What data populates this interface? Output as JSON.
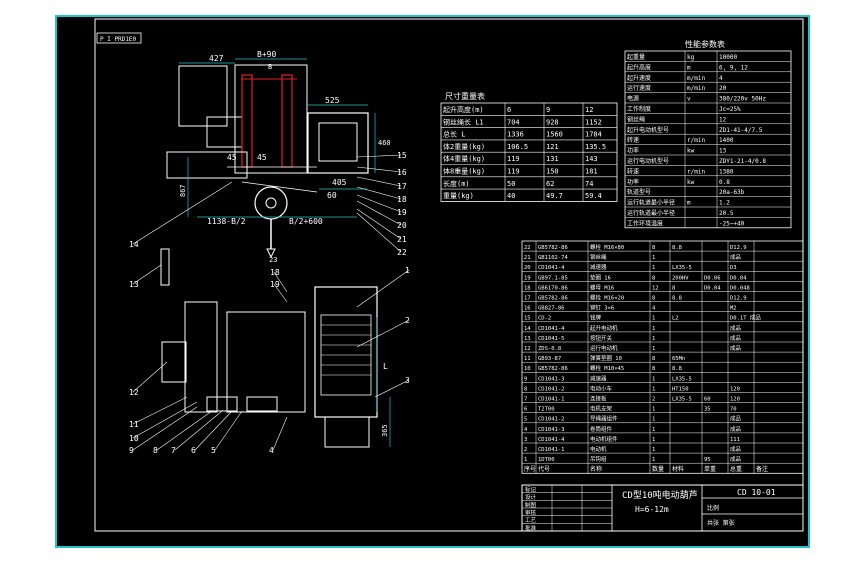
{
  "drawing": {
    "stamp": "P I PRD1E0",
    "title": "CD型10吨电动葫芦",
    "subtitle": "H=6-12m",
    "drawing_number": "CD 10-01",
    "dims": {
      "d427": "427",
      "dB90": "B+90",
      "dB": "B",
      "d525": "525",
      "d460": "460",
      "d45a": "45",
      "d45b": "45",
      "d405": "405",
      "d60": "60",
      "d1138": "1138-B/2",
      "d600": "B/2+600",
      "d867": "867",
      "d365": "365",
      "dL": "L",
      "d23": "23"
    },
    "leaders": [
      "1",
      "2",
      "3",
      "4",
      "5",
      "6",
      "7",
      "8",
      "9",
      "10",
      "11",
      "12",
      "13",
      "14",
      "15",
      "16",
      "17",
      "18",
      "19",
      "20",
      "21",
      "22",
      "18",
      "19"
    ]
  },
  "size_table": {
    "title": "尺寸重量表",
    "header": [
      "起升高度(m)",
      "6",
      "9",
      "12"
    ],
    "rows": [
      [
        "钢丝绳长 L1",
        "704",
        "928",
        "1152"
      ],
      [
        "总长 L",
        "1336",
        "1560",
        "1784"
      ],
      [
        "体2重量(kg)",
        "106.5",
        "121",
        "135.5"
      ],
      [
        "体4重量(kg)",
        "119",
        "131",
        "143"
      ],
      [
        "体8重量(kg)",
        "119",
        "150",
        "181"
      ],
      [
        "长度(m)",
        "50",
        "62",
        "74"
      ],
      [
        "重量(kg)",
        "40",
        "49.7",
        "59.4"
      ]
    ]
  },
  "spec_table": {
    "title": "性能参数表",
    "rows": [
      [
        "起重量",
        "kg",
        "10000"
      ],
      [
        "起升高度",
        "m",
        "6, 9, 12"
      ],
      [
        "起升速度",
        "m/min",
        "4"
      ],
      [
        "运行速度",
        "m/min",
        "20"
      ],
      [
        "电源",
        "v",
        "380/220v 50Hz"
      ],
      [
        "工作制度",
        "",
        "Jc=25%"
      ],
      [
        "钢丝绳",
        "",
        "12"
      ],
      [
        "起升电动机型号",
        "",
        "ZD1-41-4/7.5"
      ],
      [
        "转速",
        "r/min",
        "1400"
      ],
      [
        "功率",
        "kw",
        "13"
      ],
      [
        "运行电动机型号",
        "",
        "ZDY1-21-4/0.8"
      ],
      [
        "转速",
        "r/min",
        "1380"
      ],
      [
        "功率",
        "kw",
        "0.8"
      ],
      [
        "轨道型号",
        "",
        "20a-63b"
      ],
      [
        "运行轨道最小半径",
        "m",
        "1.2"
      ],
      [
        "运行轨道最小半径",
        "",
        "20.5"
      ],
      [
        "工作环境温度",
        "",
        "-25~+40"
      ]
    ]
  },
  "parts_table": {
    "rows": [
      [
        "22",
        "GB5782-86",
        "螺栓 M16×80",
        "8",
        "8.8",
        "",
        "D12.9"
      ],
      [
        "21",
        "GB1102-74",
        "钢丝绳",
        "1",
        "",
        "",
        "成品"
      ],
      [
        "20",
        "CD1041-4",
        "减速器",
        "1",
        "LX35-5",
        "",
        "D3"
      ],
      [
        "19",
        "GB97.1-85",
        "垫圈 16",
        "8",
        "200HV",
        "D0.06",
        "D0.04"
      ],
      [
        "18",
        "GB6170-86",
        "螺母 M16",
        "12",
        "8",
        "D0.04",
        "D0.048"
      ],
      [
        "17",
        "GB5782-86",
        "螺栓 M16×20",
        "8",
        "8.8",
        "",
        "D12.9"
      ],
      [
        "16",
        "GB827-86",
        "铆钉 3×6",
        "4",
        "",
        "",
        "M2"
      ],
      [
        "15",
        "CD-2",
        "铭牌",
        "1",
        "L2",
        "",
        "D0.1T 成品"
      ],
      [
        "14",
        "CD1041-4",
        "起升电动机",
        "1",
        "",
        "",
        "成品"
      ],
      [
        "13",
        "CD1041-5",
        "按钮开关",
        "1",
        "",
        "",
        "成品"
      ],
      [
        "12",
        "ZDS-0.8",
        "运行电动机",
        "1",
        "",
        "",
        "成品"
      ],
      [
        "11",
        "GB93-87",
        "弹簧垫圈 10",
        "8",
        "65Mn",
        "",
        ""
      ],
      [
        "10",
        "GB5782-86",
        "螺栓 M10×45",
        "8",
        "8.8",
        "",
        ""
      ],
      [
        "9",
        "CD1041-3",
        "减速器",
        "1",
        "LX35-5",
        "",
        ""
      ],
      [
        "8",
        "CD1041-2",
        "电动小车",
        "1",
        "HT150",
        "",
        "120"
      ],
      [
        "7",
        "CD1041-1",
        "连接板",
        "2",
        "LX35-5",
        "60",
        "120"
      ],
      [
        "6",
        "T2T00",
        "电机支架",
        "1",
        "",
        "35",
        "70"
      ],
      [
        "5",
        "CD1041-2",
        "导绳器组件",
        "1",
        "",
        "",
        "成品"
      ],
      [
        "4",
        "CD1041-3",
        "卷筒组件",
        "1",
        "",
        "",
        "成品"
      ],
      [
        "3",
        "CD1041-4",
        "电动机组件",
        "1",
        "",
        "",
        "111"
      ],
      [
        "2",
        "CD1041-1",
        "电动机",
        "1",
        "",
        "",
        "成品"
      ],
      [
        "1",
        "1DT00",
        "吊钩组",
        "1",
        "",
        "95",
        "成品"
      ]
    ],
    "header": [
      "序号",
      "代号",
      "名称",
      "数量",
      "材料",
      "单重",
      "总重",
      "备注"
    ]
  },
  "title_block": {
    "rows": [
      "标记",
      "设计",
      "制图",
      "审核",
      "工艺",
      "批准"
    ],
    "scale_label": "比例",
    "sheet_label": "共张 第张"
  }
}
